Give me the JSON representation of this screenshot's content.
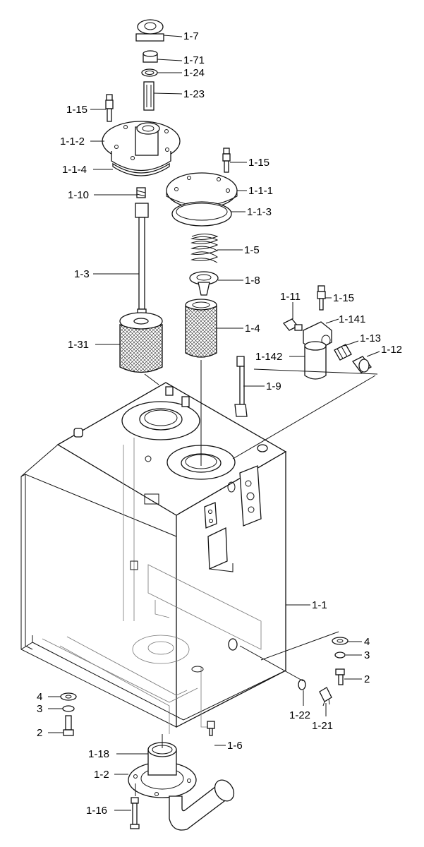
{
  "diagram": {
    "callouts": {
      "c_1_7": "1-7",
      "c_1_71": "1-71",
      "c_1_24": "1-24",
      "c_1_23": "1-23",
      "c_1_15a": "1-15",
      "c_1_1_2": "1-1-2",
      "c_1_1_4": "1-1-4",
      "c_1_15b": "1-15",
      "c_1_1_1": "1-1-1",
      "c_1_10": "1-10",
      "c_1_1_3": "1-1-3",
      "c_1_5": "1-5",
      "c_1_3": "1-3",
      "c_1_8": "1-8",
      "c_1_11": "1-11",
      "c_1_15c": "1-15",
      "c_1_141": "1-141",
      "c_1_4": "1-4",
      "c_1_31": "1-31",
      "c_1_13": "1-13",
      "c_1_142": "1-142",
      "c_1_12": "1-12",
      "c_1_9": "1-9",
      "c_1_1": "1-1",
      "c_4a": "4",
      "c_3a": "3",
      "c_2a": "2",
      "c_1_22": "1-22",
      "c_1_21": "1-21",
      "c_4b": "4",
      "c_3b": "3",
      "c_2b": "2",
      "c_1_6": "1-6",
      "c_1_18": "1-18",
      "c_1_2": "1-2",
      "c_1_16": "1-16"
    }
  }
}
